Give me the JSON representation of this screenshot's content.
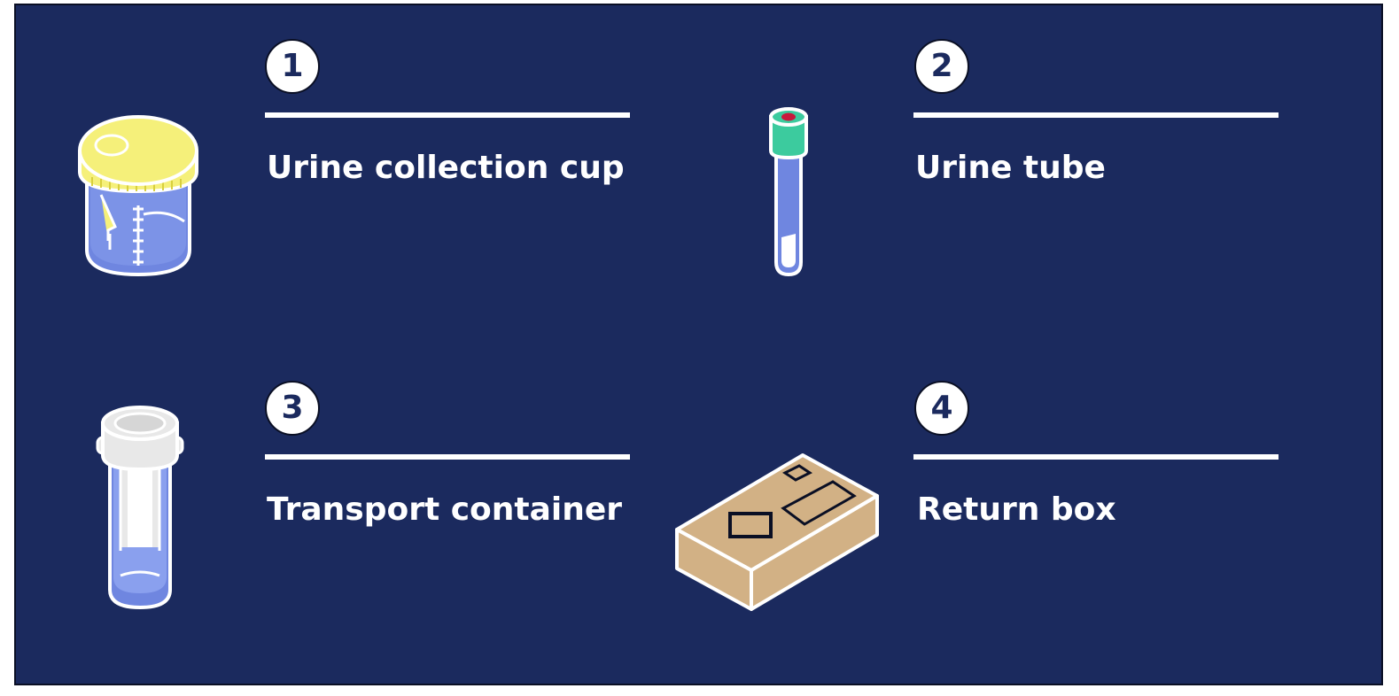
{
  "items": [
    {
      "number": "1",
      "label": "Urine collection cup",
      "icon": "urine-collection-cup-icon"
    },
    {
      "number": "2",
      "label": "Urine tube",
      "icon": "urine-tube-icon"
    },
    {
      "number": "3",
      "label": "Transport container",
      "icon": "transport-container-icon"
    },
    {
      "number": "4",
      "label": "Return box",
      "icon": "return-box-icon"
    }
  ],
  "colors": {
    "background": "#1b2a5e",
    "foreground": "#ffffff",
    "cup_lid": "#f5f07a",
    "cup_body": "#6f86e0",
    "tube_cap": "#3ccb9e",
    "tube_cap_dot": "#c8193c",
    "container_cap": "#e8e8e8",
    "box": "#d2b185"
  }
}
